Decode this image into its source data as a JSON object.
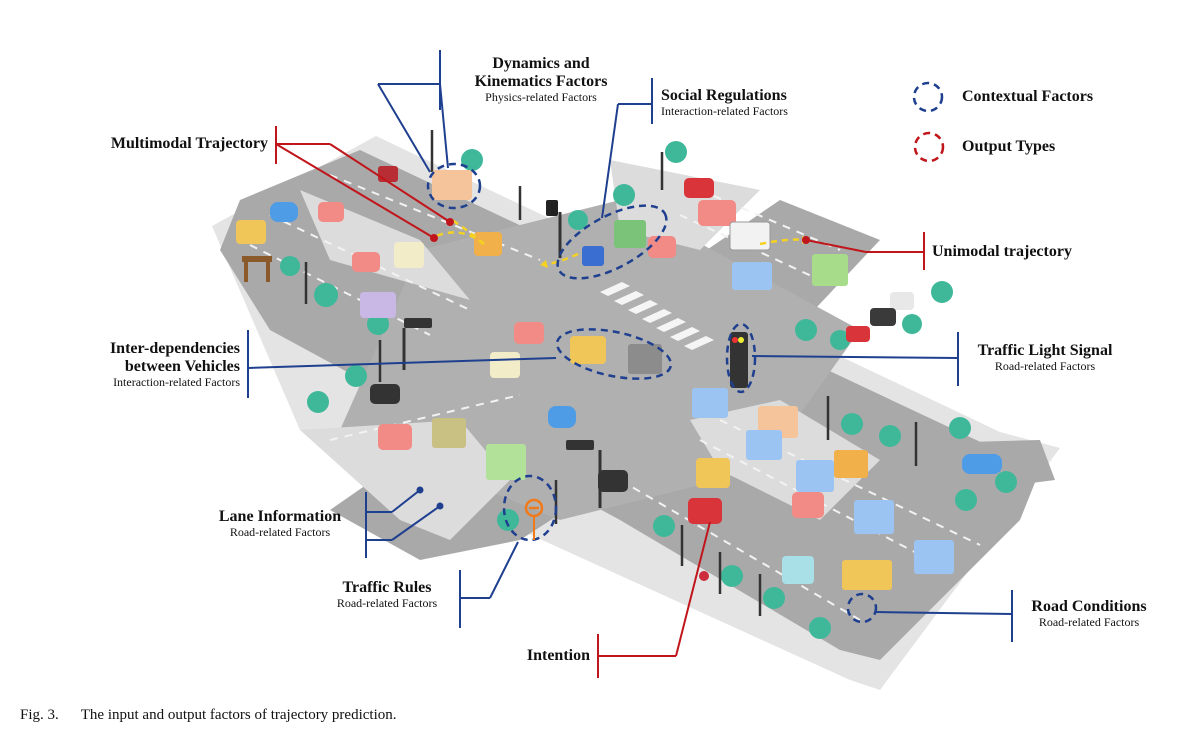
{
  "legend": {
    "contextual": "Contextual Factors",
    "output": "Output Types",
    "contextual_color": "#1f3f8f",
    "output_color": "#c0161b"
  },
  "labels": {
    "dynamics_title_1": "Dynamics and",
    "dynamics_title_2": "Kinematics Factors",
    "dynamics_sub": "Physics-related Factors",
    "social_title": "Social Regulations",
    "social_sub": "Interaction-related Factors",
    "multimodal": "Multimodal Trajectory",
    "unimodal": "Unimodal trajectory",
    "interdep_title_1": "Inter-dependencies",
    "interdep_title_2": "between Vehicles",
    "interdep_sub": "Interaction-related Factors",
    "traffic_light_title": "Traffic Light Signal",
    "traffic_light_sub": "Road-related Factors",
    "lane_title": "Lane Information",
    "lane_sub": "Road-related Factors",
    "rules_title": "Traffic Rules",
    "rules_sub": "Road-related Factors",
    "road_cond_title": "Road Conditions",
    "road_cond_sub": "Road-related Factors",
    "intention": "Intention"
  },
  "caption": {
    "fig": "Fig. 3.",
    "text": "The input and output factors of trajectory prediction."
  },
  "colors": {
    "road": "#b7b7b7",
    "road_dark": "#9e9e9e",
    "sidewalk": "#e6e6e6",
    "tree": "#3fb89a",
    "blue": "#1f3f8f",
    "red": "#c0161b"
  }
}
